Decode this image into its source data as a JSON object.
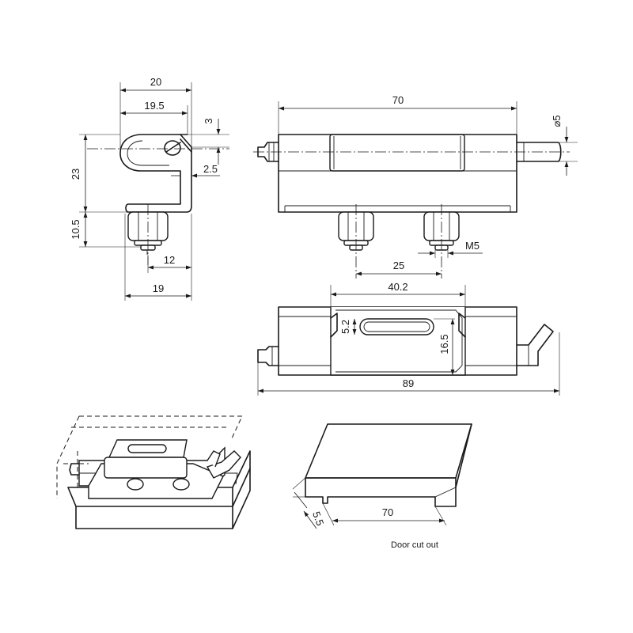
{
  "side_view": {
    "dim_width_outer": "20",
    "dim_width_inner": "19.5",
    "dim_top_offset": "3",
    "dim_height": "23",
    "dim_plate_thickness": "2.5",
    "dim_stud_length": "10.5",
    "dim_stud_offset": "12",
    "dim_base_width": "19"
  },
  "front_view": {
    "dim_length": "70",
    "dim_pin_diameter": "⌀5",
    "dim_stud_spacing": "25",
    "dim_thread": "M5"
  },
  "top_view": {
    "dim_leaf_length": "40.2",
    "dim_slot_width": "5.2",
    "dim_leaf_width": "16.5",
    "dim_overall_length": "89"
  },
  "cutout_view": {
    "dim_depth": "5.5",
    "dim_width": "70",
    "caption": "Door cut out"
  }
}
